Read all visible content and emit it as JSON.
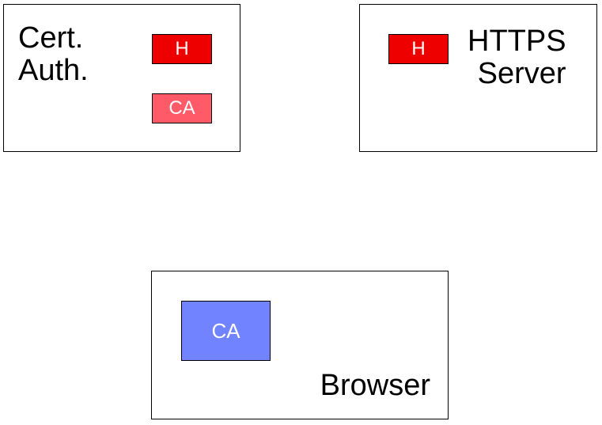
{
  "colors": {
    "server_cert": "#ee0000",
    "ca_cert_at_authority": "#ff5a67",
    "ca_cert_in_browser": "#7283ff"
  },
  "cert_authority": {
    "label": "Cert.\nAuth.",
    "cert_h_label": "H",
    "cert_ca_label": "CA"
  },
  "https_server": {
    "label": "HTTPS\nServer",
    "cert_h_label": "H"
  },
  "browser": {
    "label": "Browser",
    "cert_ca_label": "CA"
  }
}
